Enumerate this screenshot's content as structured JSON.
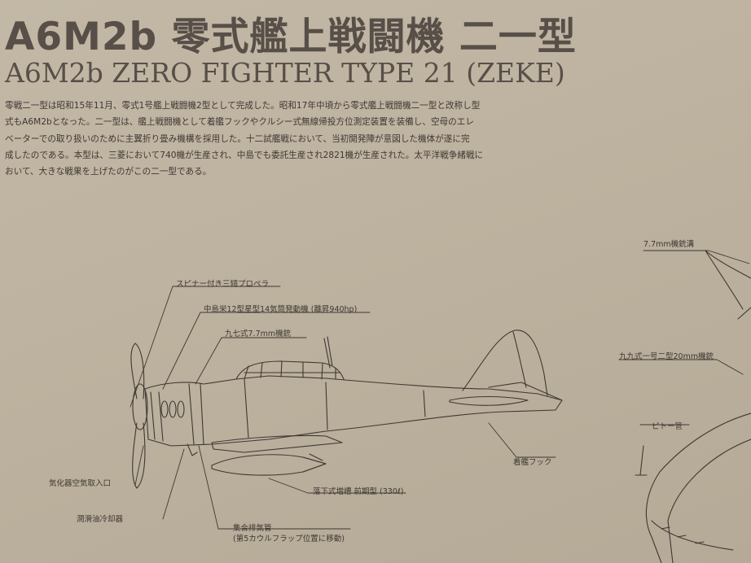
{
  "title_jp": "A6M2b 零式艦上戦闘機 二一型",
  "title_en": "A6M2b ZERO FIGHTER TYPE 21 (ZEKE)",
  "description": [
    "零戦二一型は昭和15年11月、零式1号艦上戦闘機2型として完成した。昭和17年中頃から零式艦上戦闘機二一型と改称し型",
    "式もA6M2bとなった。二一型は、艦上戦闘機として着艦フックやクルシー式無線帰投方位測定装置を装備し、空母のエレ",
    "ベーターでの取り扱いのために主翼折り畳み機構を採用した。十二試艦戦において、当初開発陣が意図した機体が遂に完",
    "成したのである。本型は、三菱において740機が生産され、中島でも委託生産され2821機が生産された。太平洋戦争緒戦に",
    "おいて、大きな戦果を上げたのがこの二一型である。"
  ],
  "labels": {
    "propeller": "スピナー付き三翅プロペラ",
    "engine": "中島栄12型星型14気筒発動機 (離昇940hp)",
    "mg77": "九七式7.7mm機銃",
    "air_intake": "気化器空気取入口",
    "oil_cooler": "潤滑油冷却器",
    "exhaust_1": "集合排気管",
    "exhaust_2": "(第5カウルフラップ位置に移動)",
    "drop_tank": "落下式増槽 前期型 (330ℓ)",
    "arrestor_hook": "着艦フック",
    "mg_trough": "7.7mm機銃溝",
    "cannon20": "九九式一号二型20mm機銃",
    "pitot": "ピトー管"
  }
}
